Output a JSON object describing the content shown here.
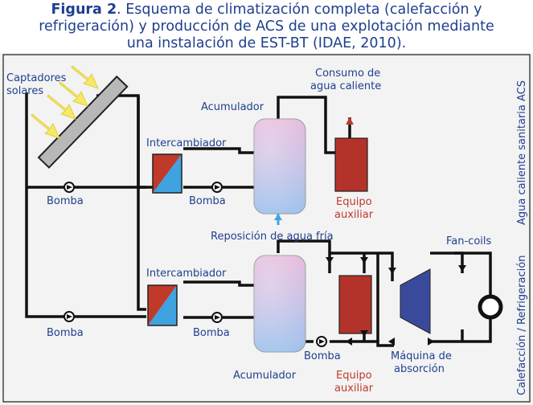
{
  "caption": {
    "figure_label": "Figura 2",
    "text_line1": ". Esquema de climatización completa (calefacción y",
    "text_line2": "refrigeración) y producción de ACS de una explotación mediante",
    "text_line3": "una instalación de EST-BT (IDAE, 2010)."
  },
  "labels": {
    "collectors": [
      "Captadores",
      "solares"
    ],
    "exchanger_top": "Intercambiador",
    "exchanger_bottom": "Intercambiador",
    "accumulator_top": "Acumulador",
    "accumulator_bottom": "Acumulador",
    "hot_water_use": [
      "Consumo de",
      "agua caliente"
    ],
    "aux_top": [
      "Equipo",
      "auxiliar"
    ],
    "aux_bottom": [
      "Equipo",
      "auxiliar"
    ],
    "cold_water": "Reposición de agua fría",
    "fan_coils": "Fan-coils",
    "absorption": [
      "Máquina de",
      "absorción"
    ],
    "pump_top_left": "Bomba",
    "pump_top_mid": "Bomba",
    "pump_bot_left": "Bomba",
    "pump_bot_mid": "Bomba",
    "pump_bot_right": "Bomba",
    "side_top": "Agua caliente sanitaria ACS",
    "side_bottom": "Calefacción / Refrigeración"
  },
  "colors": {
    "caption": "#1f3f8e",
    "labels": "#1f3f8e",
    "aux_text": "#c0392b",
    "pipe": "#111111",
    "aux_unit": "#b3332a",
    "exchanger_red": "#c0392b",
    "exchanger_blue": "#3fa3e0",
    "absorption": "#3a4a9a"
  }
}
